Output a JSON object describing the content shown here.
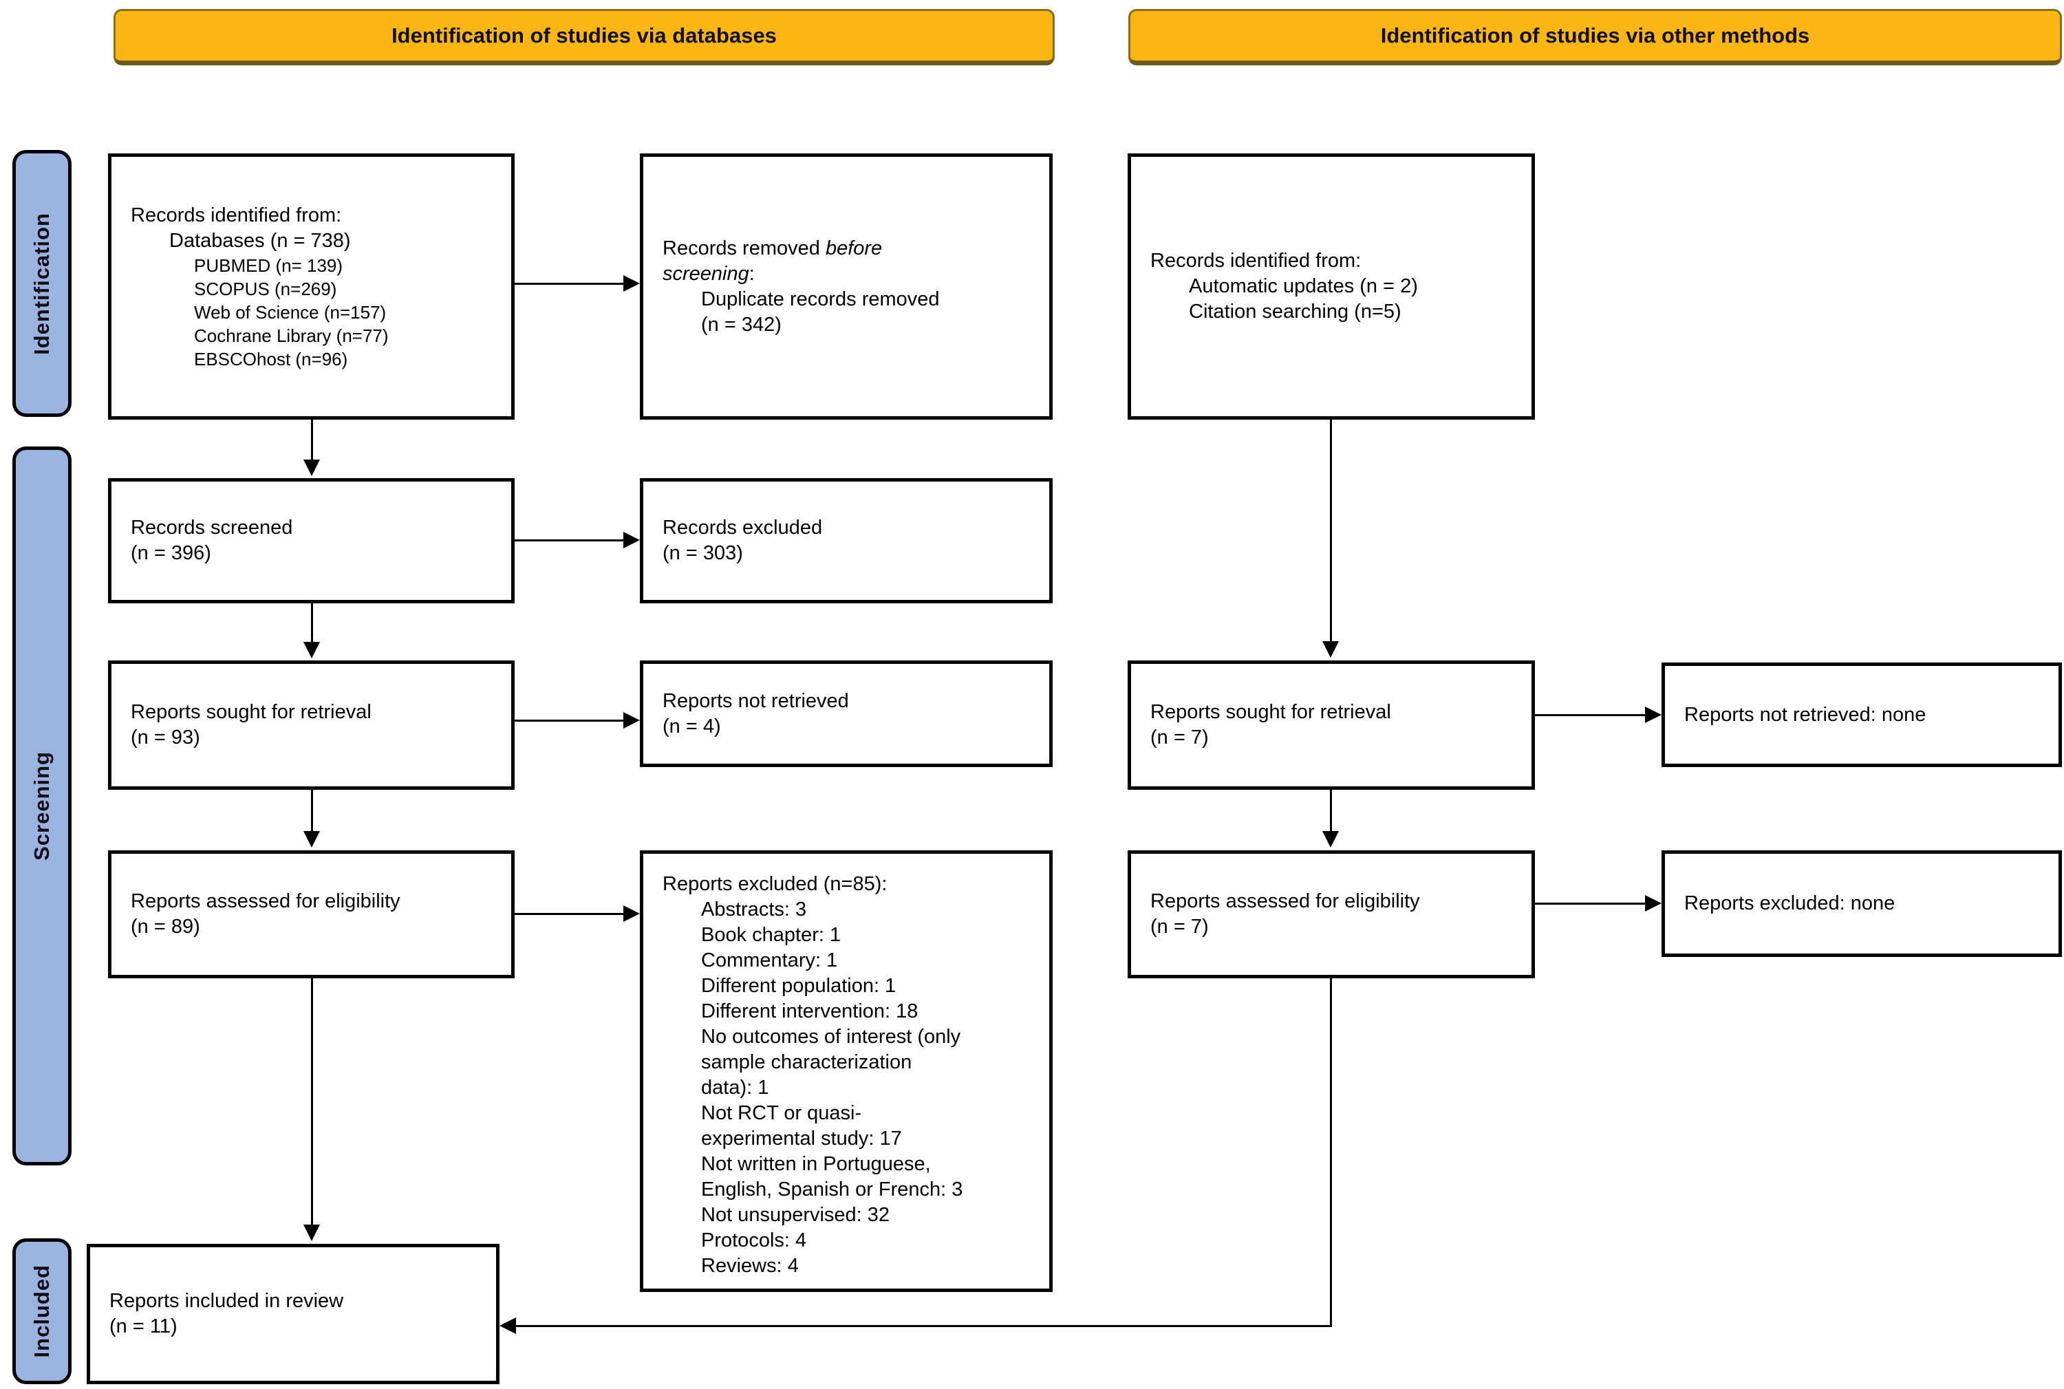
{
  "colors": {
    "banner_fill": "#FBB615",
    "banner_border": "#8A6D1F",
    "sidebar_fill": "#9BB3DF",
    "box_border": "#000000",
    "background": "#FFFFFF"
  },
  "banners": {
    "left": "Identification of studies via databases",
    "right": "Identification of studies via other methods"
  },
  "sidebar": {
    "identification": "Identification",
    "screening": "Screening",
    "included": "Included"
  },
  "db": {
    "identified": {
      "title": "Records identified from:",
      "items": [
        "Databases (n = 738)",
        "PUBMED (n= 139)",
        "SCOPUS (n=269)",
        "Web of Science (n=157)",
        "Cochrane Library (n=77)",
        "EBSCOhost (n=96)"
      ]
    },
    "removed": {
      "pre": "Records removed ",
      "italic": "before\nscreening",
      "post": ":",
      "detail": "Duplicate records removed\n(n = 342)"
    },
    "screened": {
      "text": "Records screened\n(n = 396)"
    },
    "records_excluded": {
      "text": "Records excluded\n(n = 303)"
    },
    "sought": {
      "text": "Reports sought for retrieval\n(n = 93)"
    },
    "not_retrieved": {
      "text": "Reports not retrieved\n(n = 4)"
    },
    "assessed": {
      "text": "Reports assessed for eligibility\n(n = 89)"
    },
    "excluded_reports": {
      "title": "Reports excluded (n=85):",
      "items": [
        "Abstracts: 3",
        "Book chapter: 1",
        "Commentary: 1",
        "Different population: 1",
        "Different intervention: 18",
        "No outcomes of interest (only\nsample characterization\ndata): 1",
        "Not RCT or quasi-\nexperimental study: 17",
        "Not written in Portuguese,\nEnglish, Spanish or French: 3",
        "Not unsupervised: 32",
        "Protocols: 4",
        "Reviews: 4"
      ]
    },
    "included": {
      "text": "Reports included in review\n(n = 11)"
    }
  },
  "other": {
    "identified": {
      "title": "Records identified from:",
      "items": [
        "Automatic updates (n = 2)",
        "Citation searching (n=5)"
      ]
    },
    "sought": {
      "text": "Reports sought for retrieval\n(n = 7)"
    },
    "not_retrieved": {
      "text": "Reports not retrieved: none"
    },
    "assessed": {
      "text": "Reports assessed for eligibility\n(n = 7)"
    },
    "excluded": {
      "text": "Reports excluded: none"
    }
  }
}
